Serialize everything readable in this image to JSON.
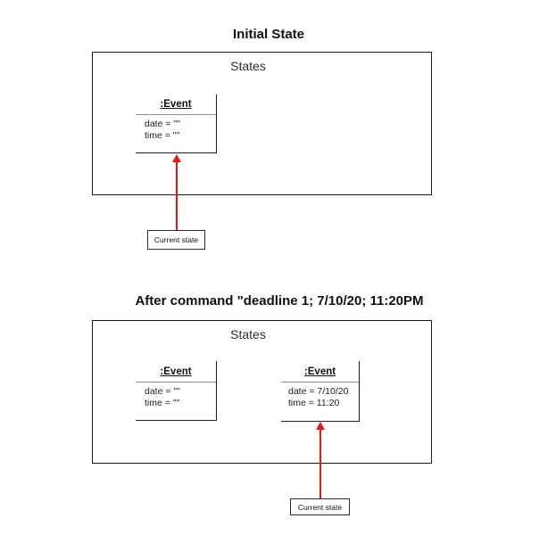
{
  "accent_color": "#ef1515",
  "diagrams": [
    {
      "title": "Initial State",
      "container_label": "States",
      "events": [
        {
          "title": ":Event",
          "attributes": [
            "date = \"\"",
            "time = \"\""
          ]
        }
      ],
      "pointer_label": "Current state"
    },
    {
      "title": "After command \"deadline 1; 7/10/20; 11:20PM",
      "container_label": "States",
      "events": [
        {
          "title": ":Event",
          "attributes": [
            "date = \"\"",
            "time = \"\""
          ]
        },
        {
          "title": ":Event",
          "attributes": [
            "date = 7/10/20",
            "time = 11:20"
          ]
        }
      ],
      "pointer_label": "Current state"
    }
  ]
}
